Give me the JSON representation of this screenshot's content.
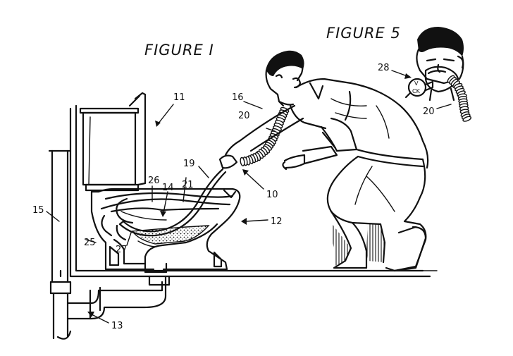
{
  "figures": {
    "figure1_title": "FIGURE I",
    "figure5_title": "FIGURE 5"
  },
  "reference_numerals": {
    "n10": "10",
    "n11": "11",
    "n12": "12",
    "n13": "13",
    "n14": "14",
    "n15": "15",
    "n16": "16",
    "n19": "19",
    "n20_fig1": "20",
    "n20_fig5": "20",
    "n21": "21",
    "n25": "25",
    "n26": "26",
    "n27": "27",
    "n28": "28"
  },
  "valve_marking": {
    "top": "V",
    "bottom": "CK"
  },
  "colors": {
    "ink": "#111111",
    "paper": "#ffffff"
  }
}
